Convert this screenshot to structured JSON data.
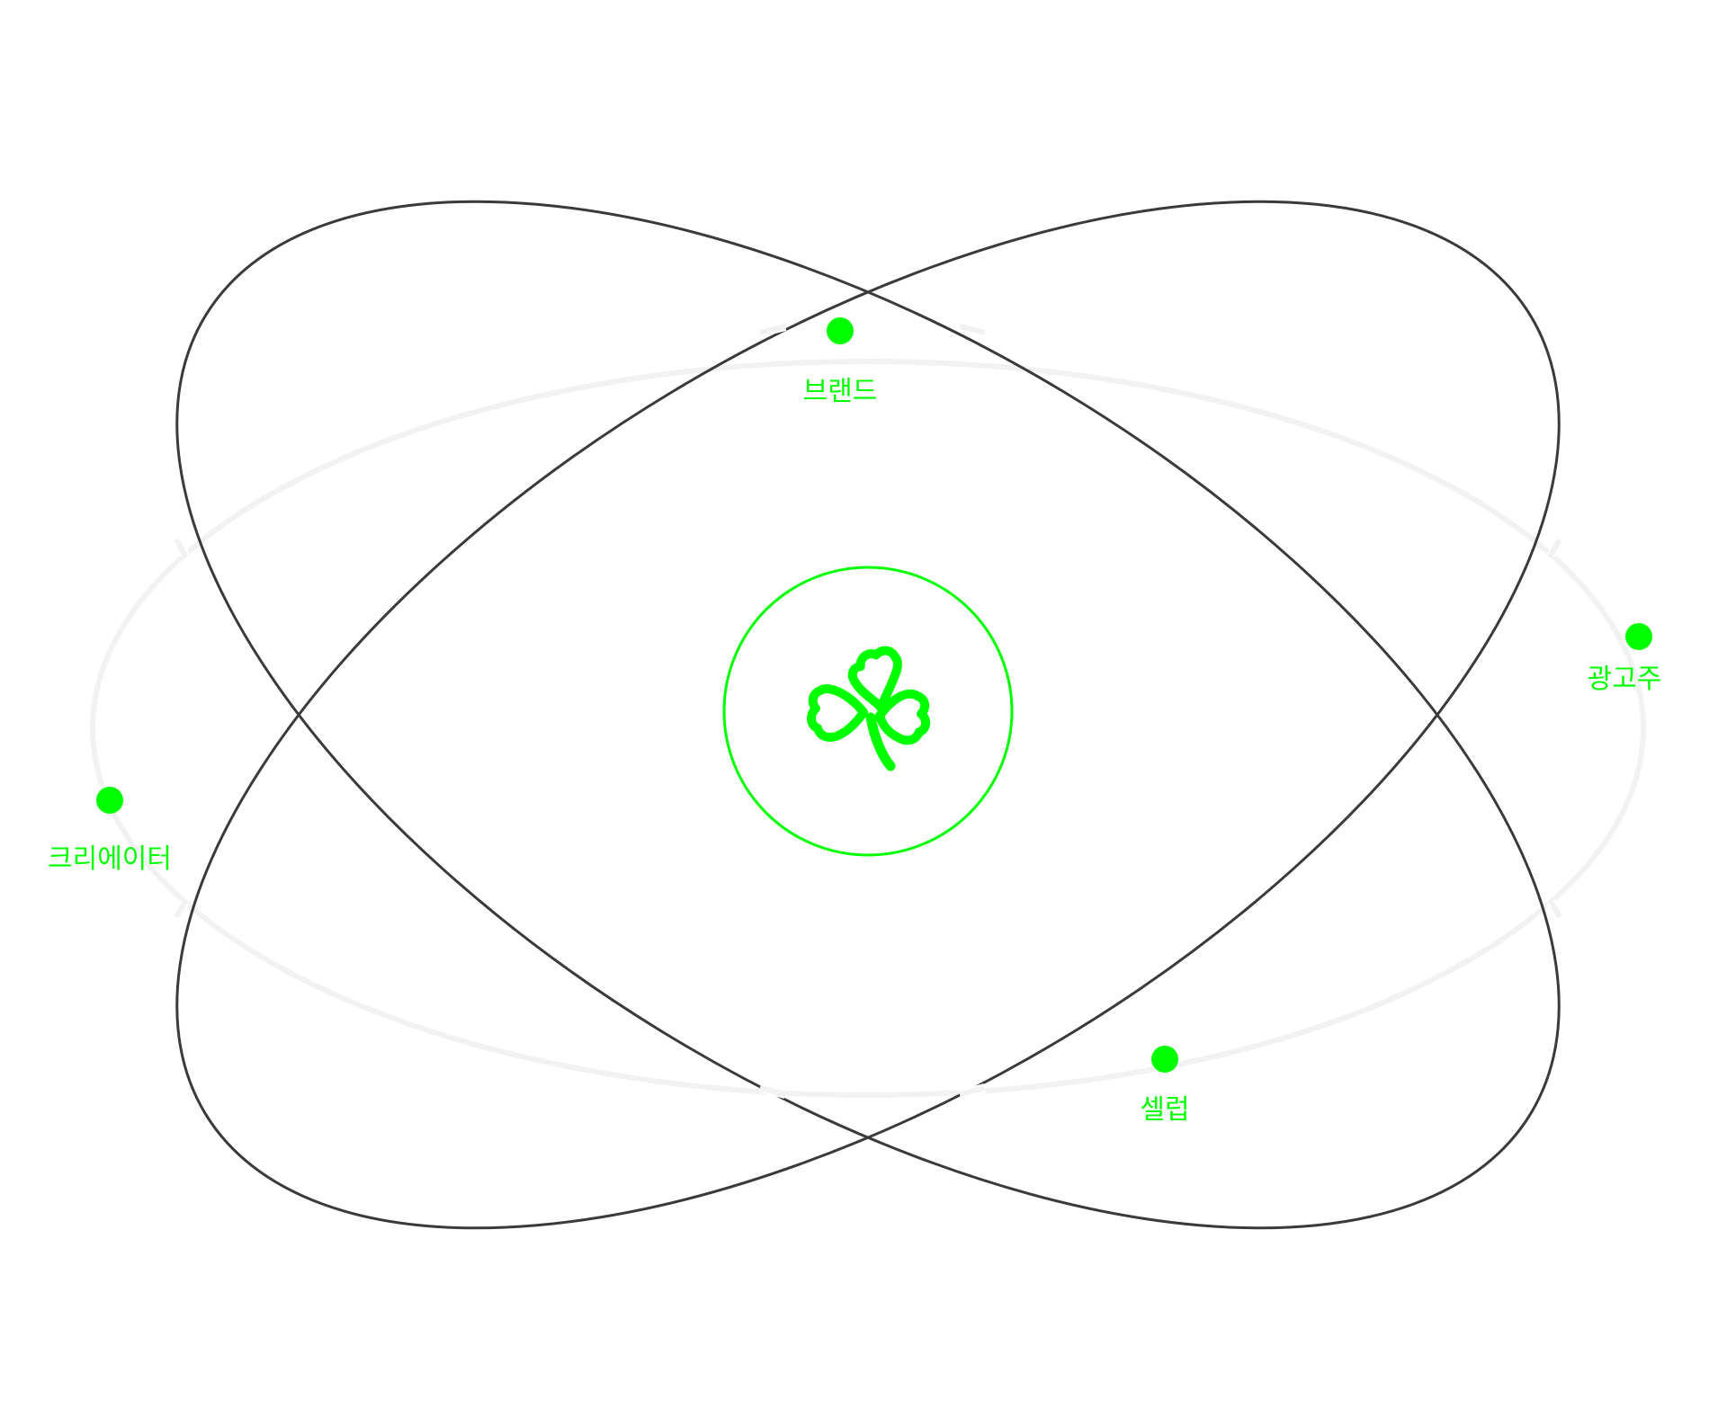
{
  "colors": {
    "accent": "#00ff00",
    "orbit_dark": "#3a3a3a",
    "orbit_light": "#f2f2f2",
    "background": "#ffffff"
  },
  "center": {
    "icon": "clover-icon"
  },
  "nodes": [
    {
      "id": "brand",
      "label": "브랜드"
    },
    {
      "id": "advertiser",
      "label": "광고주"
    },
    {
      "id": "creator",
      "label": "크리에이터"
    },
    {
      "id": "celeb",
      "label": "셀럽"
    }
  ]
}
